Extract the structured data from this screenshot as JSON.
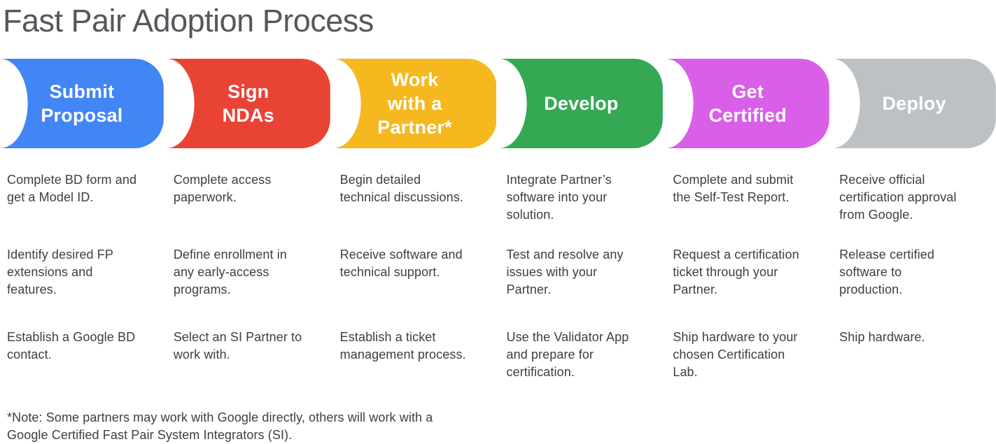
{
  "title": "Fast Pair Adoption Process",
  "footnote": "*Note: Some partners may work with Google directly, others will work with a\nGoogle Certified Fast Pair System Integrators (SI).",
  "colors": {
    "blue": "#4285F4",
    "red": "#E94335",
    "yellow": "#F5B81F",
    "green": "#34A853",
    "magenta": "#DA5FE8",
    "gray": "#BDC1C6",
    "title_text": "#54575b",
    "body_text": "#3c4043",
    "step_label_text": "#ffffff"
  },
  "steps": [
    {
      "label": "Submit\nProposal",
      "color": "#4285F4",
      "items": [
        "Complete BD form and\nget a Model ID.",
        "Identify desired FP\nextensions and\nfeatures.",
        "Establish a Google BD\ncontact."
      ]
    },
    {
      "label": "Sign\nNDAs",
      "color": "#E94335",
      "items": [
        "Complete access\npaperwork.",
        "Define enrollment in\nany early-access\nprograms.",
        "Select an SI Partner to\nwork with."
      ]
    },
    {
      "label": "Work\nwith a\nPartner*",
      "color": "#F5B81F",
      "items": [
        "Begin detailed\ntechnical discussions.",
        "Receive software and\ntechnical support.",
        "Establish a ticket\nmanagement process."
      ]
    },
    {
      "label": "Develop",
      "color": "#34A853",
      "items": [
        "Integrate Partner’s\nsoftware into your\nsolution.",
        "Test and resolve any\nissues with your\nPartner.",
        "Use the Validator App\nand prepare for\ncertification."
      ]
    },
    {
      "label": "Get\nCertified",
      "color": "#DA5FE8",
      "items": [
        "Complete and submit\nthe Self-Test Report.",
        "Request a certification\nticket through your\nPartner.",
        "Ship hardware to your\nchosen Certification\nLab."
      ]
    },
    {
      "label": "Deploy",
      "color": "#BDC1C6",
      "items": [
        "Receive official\ncertification approval\nfrom Google.",
        "Release certified\nsoftware to\nproduction.",
        "Ship hardware."
      ]
    }
  ]
}
